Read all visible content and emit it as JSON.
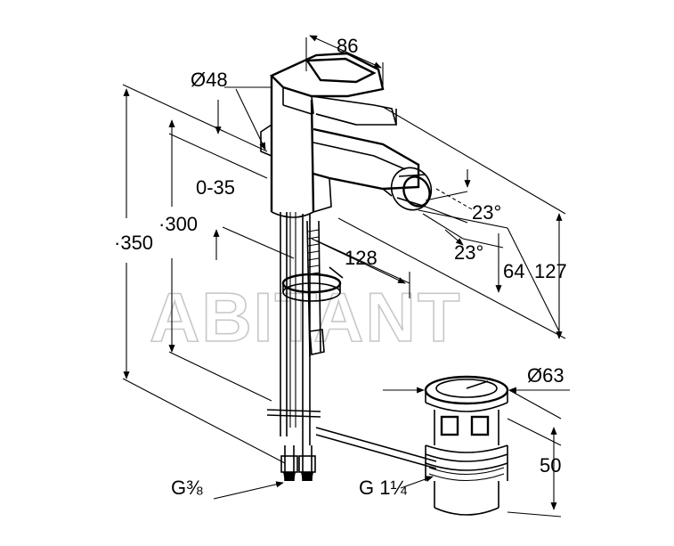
{
  "watermark": "ABITANT",
  "labels": {
    "spout_projection": "86",
    "body_diameter": "Ø48",
    "popup_rod_range": "0-35",
    "height_300": "300",
    "height_350": "350",
    "shank_length": "128",
    "angle_upper": "23°",
    "angle_lower": "23°",
    "outlet_height_64": "64",
    "outlet_height_127": "127",
    "waste_diameter": "Ø63",
    "waste_height": "50",
    "supply_thread": "G⅜",
    "waste_thread": "G 1¼"
  },
  "colors": {
    "line": "#000000",
    "watermark": "#c8c8c8",
    "background": "#ffffff"
  }
}
